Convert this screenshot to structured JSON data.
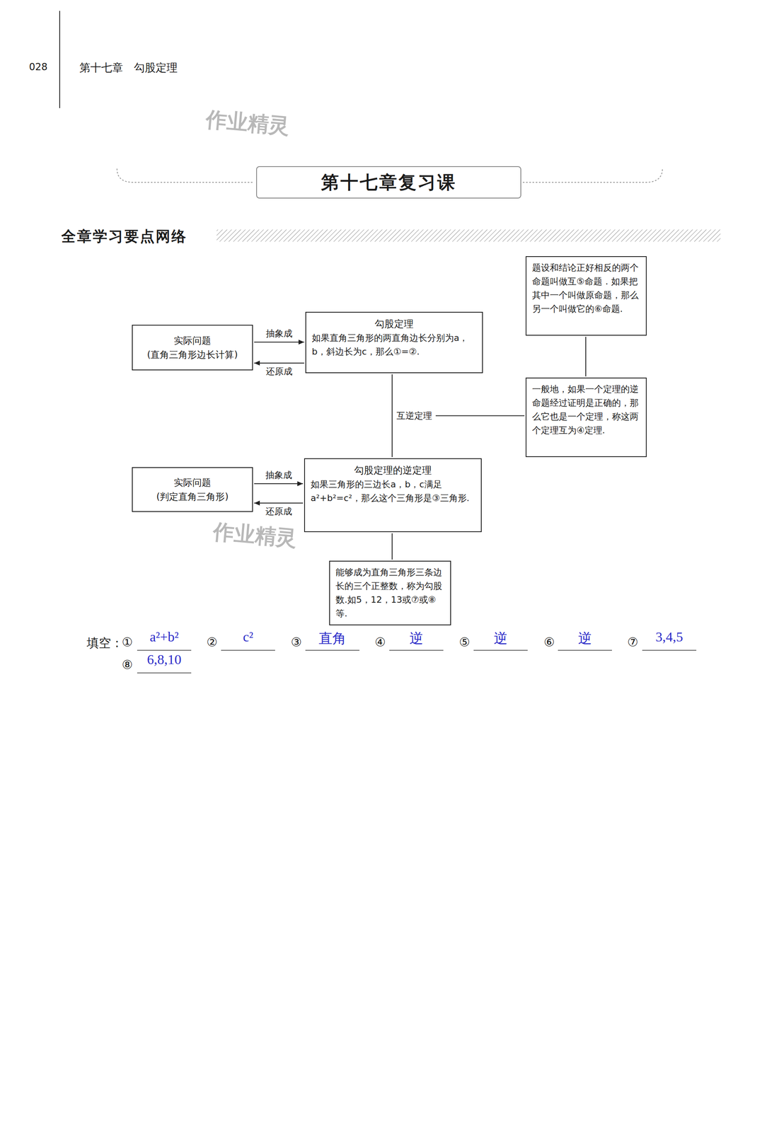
{
  "diagram": {
    "title": "第十七章复习课",
    "nodes": [
      {
        "text": [
          "实际问题",
          "(直角三角形边长计算)"
        ]
      },
      {
        "text": [
          "勾股定理",
          "如果直角三角形的两直角边长分别为a，b，斜边长为c，那么①=②."
        ]
      },
      {
        "text": [
          "题设和结论正好相反的两个命题叫做互⑤命题．如果把其中一个叫做原命题，那么另一个叫做它的⑥命题."
        ]
      },
      {
        "text": [
          "一般地，如果一个定理的逆命题经过证明是正确的，那么它也是一个定理，称这两个定理互为④定理."
        ]
      },
      {
        "text": [
          "实际问题",
          "(判定直角三角形)"
        ]
      },
      {
        "text": [
          "勾股定理的逆定理",
          "如果三角形的三边长a，b，c满足a²+b²=c²，那么这个三角形是③三角形."
        ]
      },
      {
        "text": [
          "能够成为直角三角形三条边长的三个正整数，称为勾股数.如5，12，13或⑦或⑧等."
        ]
      }
    ],
    "edges": [
      {
        "from": 0,
        "to": 1,
        "label": "抽象成",
        "arrow": "to"
      },
      {
        "from": 1,
        "to": 0,
        "label": "还原成",
        "arrow": "to"
      },
      {
        "from": 1,
        "to": 5,
        "label": "互逆定理",
        "arrow": "none"
      },
      {
        "from": 4,
        "to": 5,
        "label": "抽象成",
        "arrow": "to"
      },
      {
        "from": 5,
        "to": 4,
        "label": "还原成",
        "arrow": "to"
      },
      {
        "from": 2,
        "to": 3,
        "arrow": "none"
      },
      {
        "from": 5,
        "to": 6,
        "arrow": "none"
      }
    ],
    "labels": [
      "028",
      "第十七章　勾股定理",
      "作业精灵",
      "全章学习要点网络",
      "作业精灵",
      "填空：",
      "①",
      "a²+b²",
      "②",
      "c²",
      "③",
      "直角",
      "④",
      "逆",
      "⑤",
      "逆",
      "⑥",
      "逆",
      "⑦",
      "3,4,5",
      "⑧",
      "6,8,10"
    ]
  }
}
